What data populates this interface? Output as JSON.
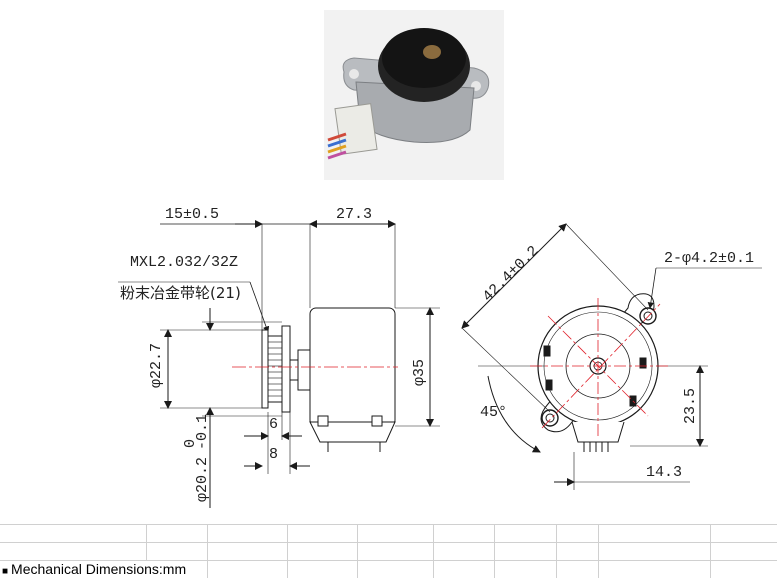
{
  "photo": {
    "label": "stepper-motor-with-pulley-photo"
  },
  "side_view": {
    "dim_pulley_offset": "15±0.5",
    "dim_body_length": "27.3",
    "pulley_spec": "MXL2.032/32Z",
    "pulley_material": "粉末冶金带轮(21)",
    "dim_flange_dia": "φ22.7",
    "dim_hub_width": "6",
    "dim_pulley_width": "8",
    "dim_pulley_dia": "φ20.2",
    "tol_upper": "0",
    "tol_lower": "-0.1",
    "dim_body_dia": "φ35"
  },
  "front_view": {
    "dim_hole_spacing": "42.4±0.2",
    "dim_mount_holes": "2-φ4.2±0.1",
    "dim_angle": "45°",
    "dim_height": "23.5",
    "dim_width": "14.3"
  },
  "footer": {
    "caption": "Mechanical Dimensions:mm"
  },
  "colors": {
    "centerline": "#e0202a",
    "line": "#1a1a1a",
    "grid": "#d0d0d0"
  }
}
